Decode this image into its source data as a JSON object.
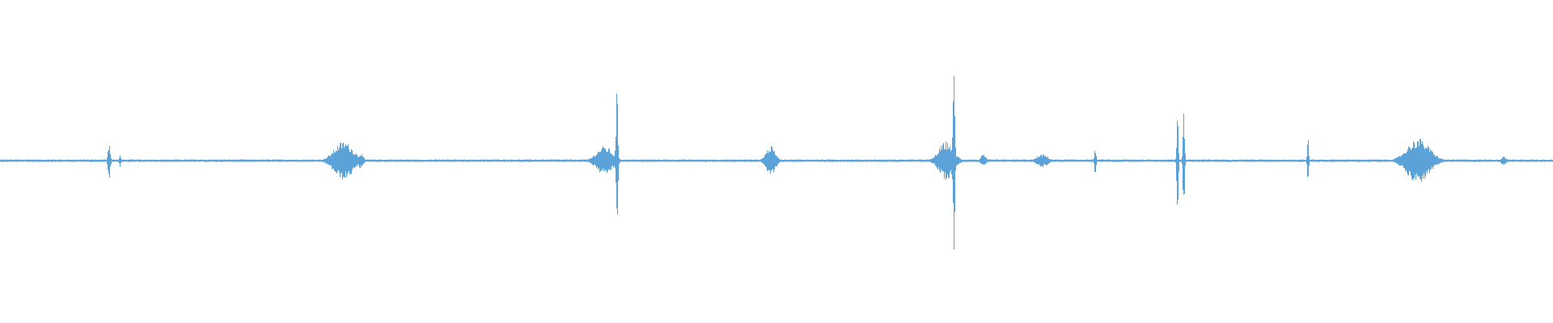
{
  "waveform": {
    "color": "#5aa2d8",
    "background": "#ffffff",
    "baseline_amplitude": 0.004,
    "bursts": [
      {
        "position": 0.07,
        "width": 0.0015,
        "amplitude": 0.06
      },
      {
        "position": 0.077,
        "width": 0.001,
        "amplitude": 0.02
      },
      {
        "position": 0.221,
        "width": 0.012,
        "amplitude": 0.06
      },
      {
        "position": 0.232,
        "width": 0.003,
        "amplitude": 0.025
      },
      {
        "position": 0.389,
        "width": 0.01,
        "amplitude": 0.045
      },
      {
        "position": 0.397,
        "width": 0.0012,
        "amplitude": 0.22
      },
      {
        "position": 0.496,
        "width": 0.006,
        "amplitude": 0.045
      },
      {
        "position": 0.609,
        "width": 0.009,
        "amplitude": 0.06
      },
      {
        "position": 0.614,
        "width": 0.0012,
        "amplitude": 0.28
      },
      {
        "position": 0.633,
        "width": 0.003,
        "amplitude": 0.02
      },
      {
        "position": 0.671,
        "width": 0.007,
        "amplitude": 0.02
      },
      {
        "position": 0.705,
        "width": 0.001,
        "amplitude": 0.045
      },
      {
        "position": 0.758,
        "width": 0.001,
        "amplitude": 0.17
      },
      {
        "position": 0.762,
        "width": 0.001,
        "amplitude": 0.18
      },
      {
        "position": 0.842,
        "width": 0.001,
        "amplitude": 0.07
      },
      {
        "position": 0.913,
        "width": 0.014,
        "amplitude": 0.07
      },
      {
        "position": 0.968,
        "width": 0.003,
        "amplitude": 0.015
      }
    ]
  }
}
